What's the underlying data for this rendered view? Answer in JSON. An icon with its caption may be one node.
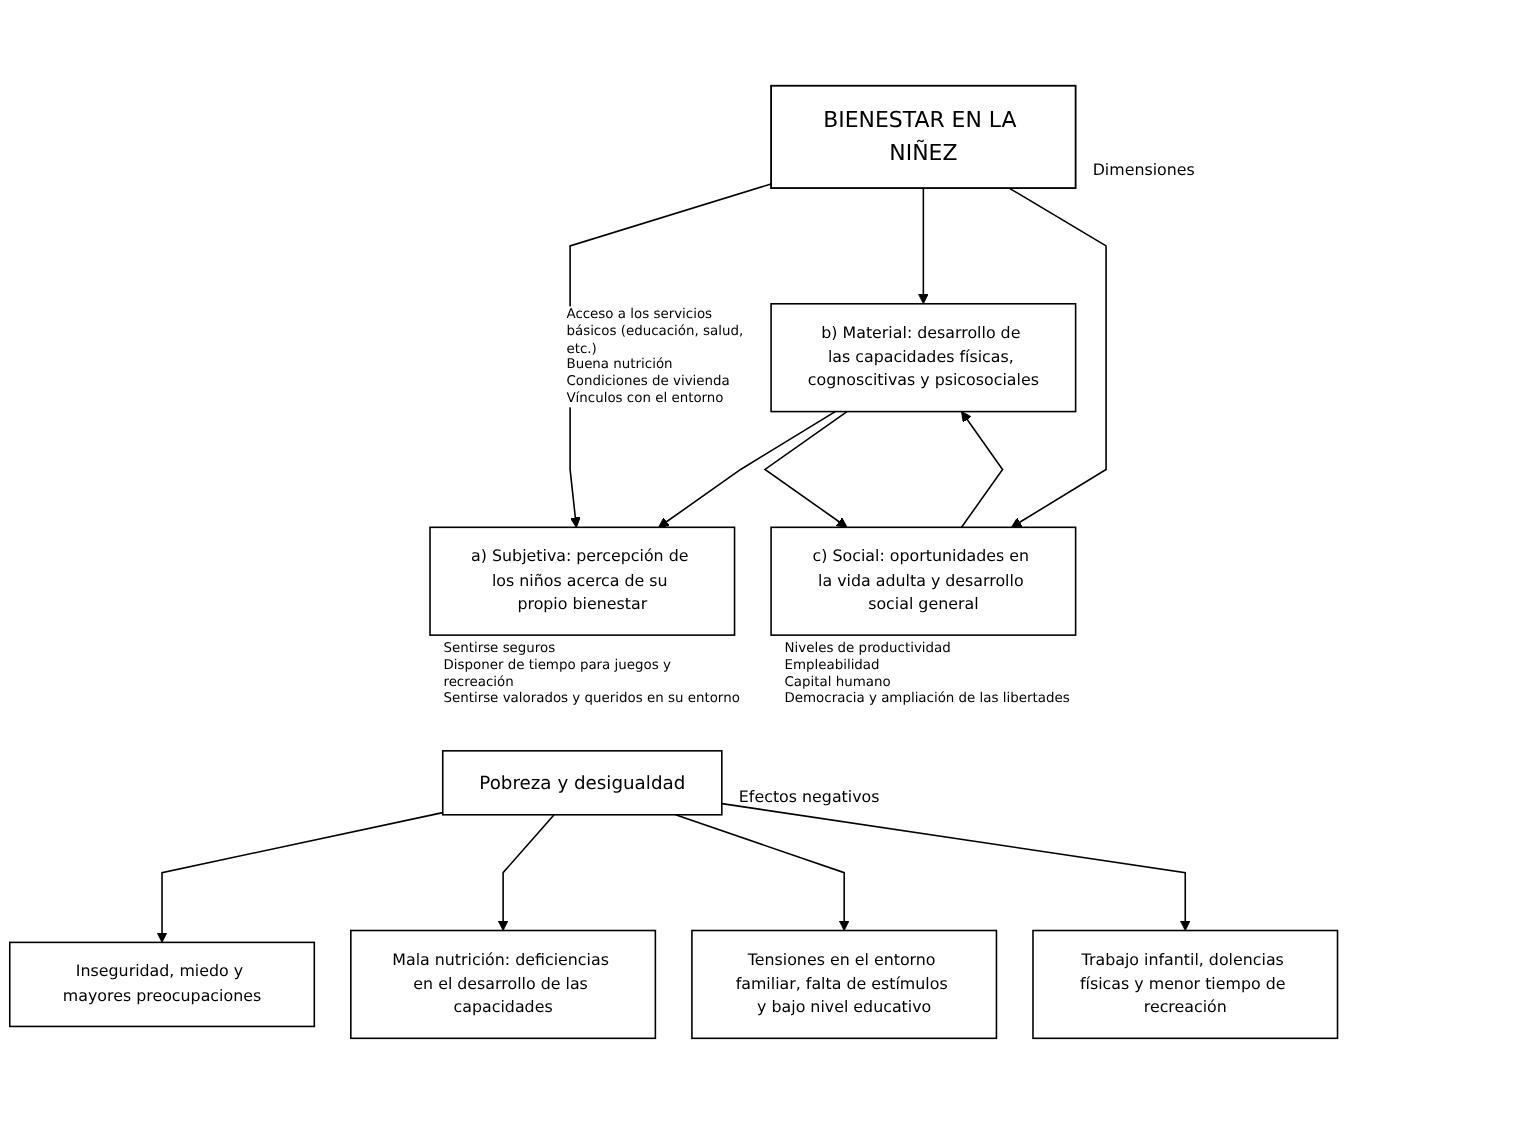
{
  "diagram": {
    "nodes": [
      {
        "text": [
          "BIENESTAR EN LA NIÑEZ"
        ]
      },
      {
        "text": [
          "a) Subjetiva: percepción de los niños acerca de su propio bienestar"
        ],
        "beside": [
          "Sentirse seguros",
          "Disponer de tiempo para juegos y recreación",
          "Sentirse valorados y queridos en su entorno"
        ]
      },
      {
        "text": [
          "b) Material: desarrollo de las capacidades físicas, cognoscitivas y psicosociales"
        ],
        "beside": [
          "Acceso a los servicios básicos (educación, salud, etc.)",
          "Buena nutrición",
          "Condiciones de vivienda",
          "Vínculos con el entorno"
        ]
      },
      {
        "text": [
          "c) Social: oportunidades en la vida adulta y desarrollo social general"
        ],
        "beside": [
          "Niveles de productividad",
          "Empleabilidad",
          "Capital humano",
          "Democracia y ampliación de las libertades"
        ]
      },
      {
        "text": [
          "Pobreza y desigualdad"
        ]
      },
      {
        "text": [
          "Inseguridad, miedo y mayores preocupaciones"
        ]
      },
      {
        "text": [
          "Mala nutrición: deficiencias en el desarrollo de las capacidades"
        ]
      },
      {
        "text": [
          "Tensiones en el entorno familiar, falta de estímulos y bajo nivel educativo"
        ]
      },
      {
        "text": [
          "Trabajo infantil, dolencias físicas y menor tiempo de recreación"
        ]
      }
    ],
    "edges": [
      {
        "from": 0,
        "to": 1,
        "arrow": "to"
      },
      {
        "from": 0,
        "to": 2,
        "arrow": "to"
      },
      {
        "from": 0,
        "to": 3,
        "arrow": "to"
      },
      {
        "from": 2,
        "to": 1,
        "arrow": "to"
      },
      {
        "from": 2,
        "to": 3,
        "arrow": "to"
      },
      {
        "from": 3,
        "to": 2,
        "arrow": "to"
      },
      {
        "from": 4,
        "to": 5,
        "arrow": "to"
      },
      {
        "from": 4,
        "to": 6,
        "arrow": "to"
      },
      {
        "from": 4,
        "to": 7,
        "arrow": "to"
      },
      {
        "from": 4,
        "to": 8,
        "arrow": "to"
      }
    ],
    "labels": [
      "Dimensiones",
      "Efectos negativos"
    ]
  }
}
